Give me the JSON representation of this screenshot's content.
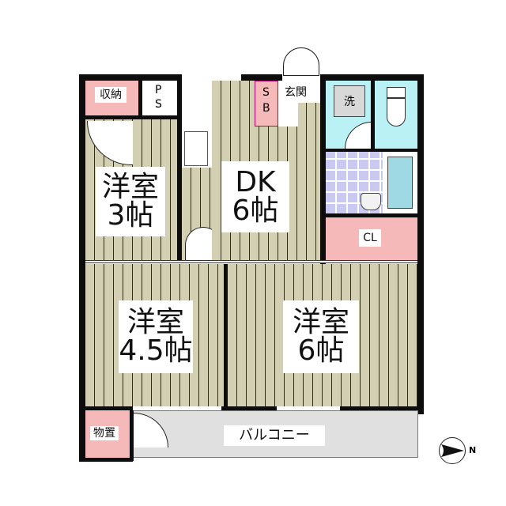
{
  "floorplan": {
    "rooms": [
      {
        "id": "western-3",
        "type": "洋室",
        "size": "3帖"
      },
      {
        "id": "dk",
        "type": "DK",
        "size": "6帖"
      },
      {
        "id": "western-45",
        "type": "洋室",
        "size": "4.5帖"
      },
      {
        "id": "western-6",
        "type": "洋室",
        "size": "6帖"
      }
    ],
    "labels": {
      "storage": "収納",
      "ps_top": "P",
      "ps_bottom": "S",
      "sb_top": "S",
      "sb_bottom": "B",
      "entrance": "玄関",
      "washer": "洗",
      "closet": "CL",
      "shed": "物置",
      "balcony": "バルコニー"
    },
    "compass": {
      "direction_label": "N",
      "points": "right"
    },
    "colors": {
      "floor": "#d3cfb3",
      "storage": "#f6b9b9",
      "wet_area": "#b9f1f5",
      "bath_tile": "#c9c9f2",
      "balcony": "#e0e0e0",
      "wall": "#0d0d0d"
    }
  }
}
